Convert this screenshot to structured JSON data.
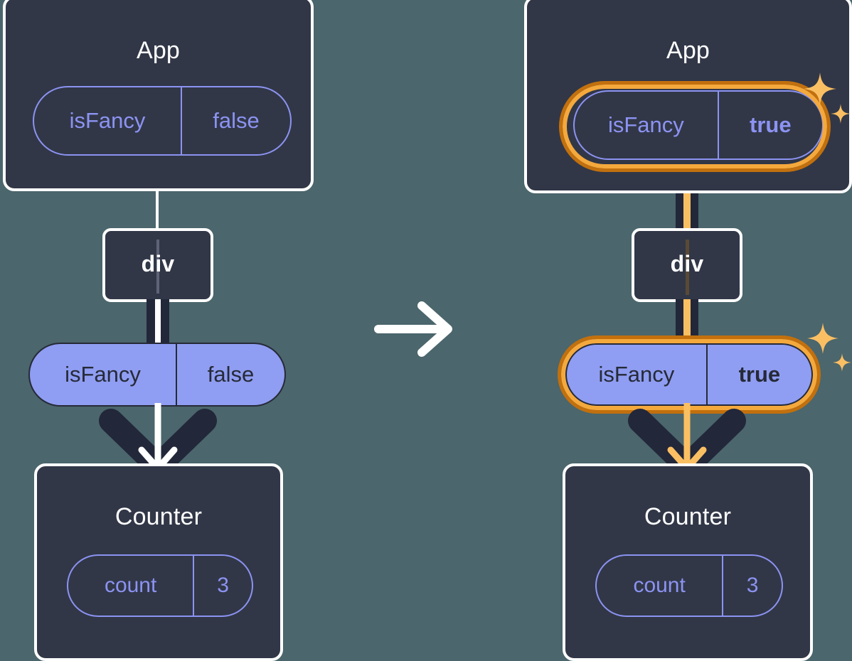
{
  "diagram": {
    "title": "React state propagation: isFancy false to true",
    "background_color": "#4b666c",
    "panels": [
      {
        "id": "before",
        "root": {
          "label": "App",
          "state_pill": {
            "key": "isFancy",
            "value": "false",
            "style": "outline",
            "highlighted": false
          }
        },
        "middle": {
          "label": "div"
        },
        "prop_pill": {
          "key": "isFancy",
          "value": "false",
          "style": "filled",
          "highlighted": false
        },
        "leaf": {
          "label": "Counter",
          "state_pill": {
            "key": "count",
            "value": "3",
            "style": "outline",
            "highlighted": false
          }
        },
        "arrow_color": "#ffffff",
        "sparkles": false
      },
      {
        "id": "after",
        "root": {
          "label": "App",
          "state_pill": {
            "key": "isFancy",
            "value": "true",
            "style": "outline",
            "highlighted": true
          }
        },
        "middle": {
          "label": "div"
        },
        "prop_pill": {
          "key": "isFancy",
          "value": "true",
          "style": "filled",
          "highlighted": true
        },
        "leaf": {
          "label": "Counter",
          "state_pill": {
            "key": "count",
            "value": "3",
            "style": "outline",
            "highlighted": false
          }
        },
        "arrow_color": "#fbbf63",
        "sparkles": true
      }
    ],
    "transition": {
      "icon": "right-arrow-icon",
      "color": "#ffffff"
    },
    "colors": {
      "panel_bg": "#313747",
      "panel_border": "#ffffff",
      "pill_outline_stroke": "#8c93f2",
      "pill_filled_bg": "#8f9ef2",
      "pill_filled_text": "#262a38",
      "highlight_inner": "#f5a93c",
      "highlight_outer": "#c2700e",
      "edge_dark": "#22273a",
      "edge_amber": "#fbbf63",
      "sparkle": "#fbbf63"
    }
  }
}
